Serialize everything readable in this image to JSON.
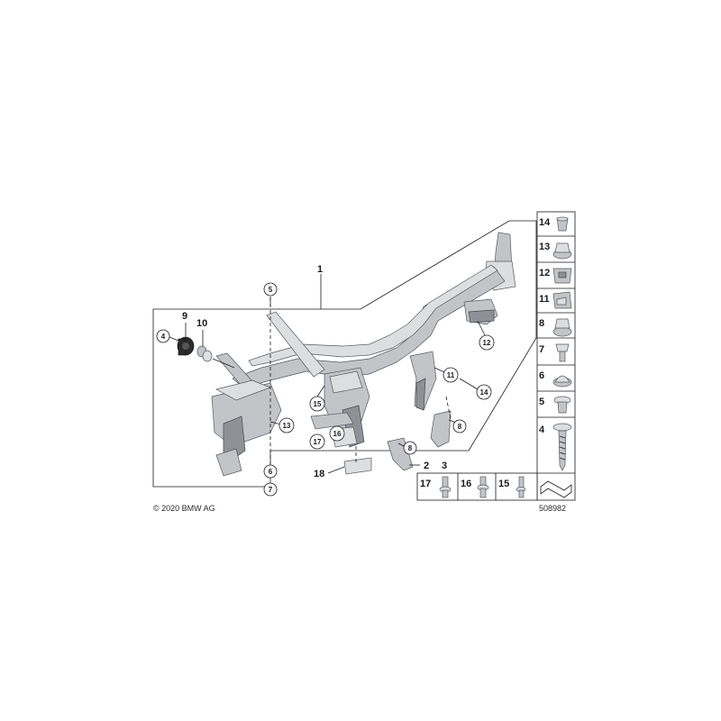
{
  "diagram": {
    "copyright": "© 2020 BMW AG",
    "drawing_number": "508982"
  },
  "callouts": {
    "main_1": "1",
    "part_2": "2",
    "part_3": "3",
    "circ_4": "4",
    "circ_5": "5",
    "circ_6": "6",
    "circ_7": "7",
    "circ_8a": "8",
    "circ_8b": "8",
    "part_9": "9",
    "part_10": "10",
    "circ_11": "11",
    "circ_12": "12",
    "circ_13": "13",
    "circ_14": "14",
    "circ_15": "15",
    "circ_16": "16",
    "circ_17": "17",
    "part_18": "18"
  },
  "parts_panel_right": [
    "14",
    "13",
    "12",
    "11",
    "8",
    "7",
    "6",
    "5",
    "4"
  ],
  "parts_panel_bottom": [
    "17",
    "16",
    "15"
  ]
}
